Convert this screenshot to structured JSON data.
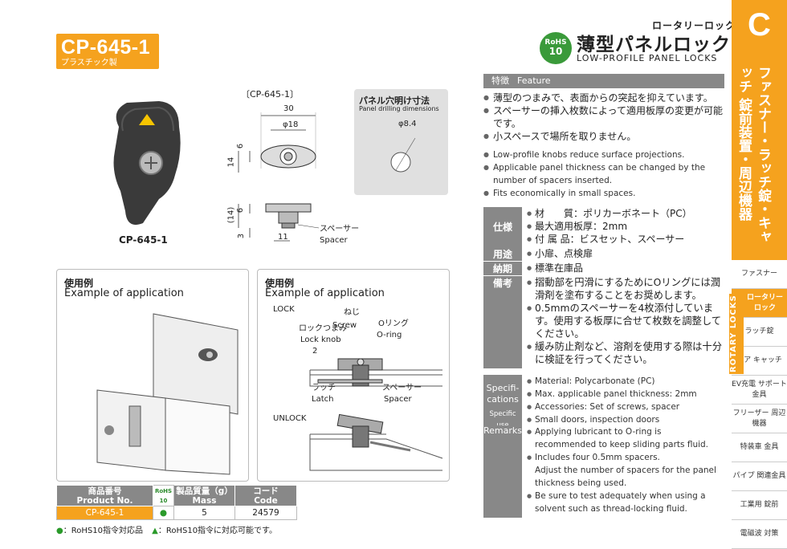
{
  "header": {
    "model": "CP-645-1",
    "material": "プラスチック製",
    "category_jp": "ロータリーロック",
    "title_jp": "薄型パネルロック",
    "title_en": "LOW-PROFILE PANEL LOCKS",
    "rohs_line1": "RoHS",
    "rohs_line2": "10"
  },
  "tab": {
    "letter": "C",
    "category": "ファスナー・ラッチ錠・キャッチ 錠前装置・周辺機器",
    "rotary_vertical": "ROTARY LOCKS",
    "items": [
      {
        "label": "ファスナー",
        "active": false
      },
      {
        "label": "ロータリー ロック",
        "active": true
      },
      {
        "label": "ラッチ錠",
        "active": false
      },
      {
        "label": "ドア キャッチ",
        "active": false
      },
      {
        "label": "EV充電 サポート金具",
        "active": false
      },
      {
        "label": "フリーザー 周辺機器",
        "active": false
      },
      {
        "label": "特装車 金具",
        "active": false
      },
      {
        "label": "パイプ 関連金具",
        "active": false
      },
      {
        "label": "工業用 錠前",
        "active": false
      },
      {
        "label": "電磁波 対策",
        "active": false
      }
    ]
  },
  "product": {
    "caption": "CP-645-1",
    "drawing_title": "〔CP-645-1〕",
    "panel_title_jp": "パネル穴明け寸法",
    "panel_title_en": "Panel drilling dimensions",
    "dims": {
      "width": "30",
      "dia18": "φ18",
      "h14": "14",
      "h6": "6",
      "dia84": "φ8.4",
      "side14": "(14)",
      "side6": "6",
      "side3": "3",
      "w11": "11",
      "spacer_jp": "スペーサー",
      "spacer_en": "Spacer"
    }
  },
  "app1": {
    "title_jp": "使用例",
    "title_en": "Example of application"
  },
  "app2": {
    "title_jp": "使用例",
    "title_en": "Example of application",
    "lock": "LOCK",
    "unlock": "UNLOCK",
    "screw_jp": "ねじ",
    "screw_en": "Screw",
    "oring_jp": "Oリング",
    "oring_en": "O-ring",
    "knob_jp": "ロックつまみ",
    "knob_en": "Lock knob",
    "latch_jp": "ラッチ",
    "latch_en": "Latch",
    "spacer_jp": "スペーサー",
    "spacer_en": "Spacer",
    "dim2": "2"
  },
  "feature": {
    "label_jp": "特徴",
    "label_en": "Feature",
    "jp": [
      "薄型のつまみで、表面からの突起を抑えています。",
      "スペーサーの挿入枚数によって適用板厚の変更が可能です。",
      "小スペースで場所を取りません。"
    ],
    "en": [
      "Low-profile knobs reduce surface projections.",
      "Applicable panel thickness can be changed by the number of spacers inserted.",
      "Fits economically in small spaces."
    ]
  },
  "spec_jp": {
    "spec_label": "仕様",
    "spec_items": [
      "材　　質：ポリカーボネート（PC）",
      "最大適用板厚：2mm",
      "付 属 品：ビスセット、スペーサー"
    ],
    "use_label": "用途",
    "use_items": [
      "小扉、点検扉"
    ],
    "delivery_label": "納期",
    "delivery_items": [
      "標準在庫品"
    ],
    "remarks_label": "備考",
    "remarks_items": [
      "摺動部を円滑にするためにOリングには潤滑剤を塗布することをお奨めします。",
      "0.5mmのスペーサーを4枚添付しています。使用する板厚に合せて枚数を調整してください。",
      "緩み防止剤など、溶剤を使用する際は十分に検証を行ってください。"
    ]
  },
  "spec_en": {
    "spec_label": "Specifi-cations",
    "spec_items": [
      "Material: Polycarbonate (PC)",
      "Max. applicable panel thickness: 2mm",
      "Accessories: Set of screws, spacer"
    ],
    "use_label": "Specific use",
    "use_items": [
      "Small doors, inspection doors"
    ],
    "remarks_label": "Remarks",
    "remarks_items": [
      "Applying lubricant to O-ring is recommended to keep sliding parts fluid.",
      "Includes four 0.5mm spacers.",
      "Adjust the number of spacers for the panel thickness being used.",
      "Be sure to test adequately when using a solvent such as thread-locking fluid."
    ]
  },
  "table": {
    "h_product_jp": "商品番号",
    "h_product_en": "Product No.",
    "h_rohs": "RoHS 10",
    "h_mass_jp": "製品質量（g）",
    "h_mass_en": "Mass",
    "h_code_jp": "コード",
    "h_code_en": "Code",
    "row": {
      "product": "CP-645-1",
      "rohs": "●",
      "mass": "5",
      "code": "24579"
    }
  },
  "legend": {
    "green_mark": "●",
    "green_text": "：RoHS10指令対応品",
    "tri_mark": "▲",
    "tri_text": "：RoHS10指令に対応可能です。"
  },
  "colors": {
    "accent": "#f5a21e",
    "section_gray": "#888888",
    "rohs_green": "#3a9a3a"
  }
}
